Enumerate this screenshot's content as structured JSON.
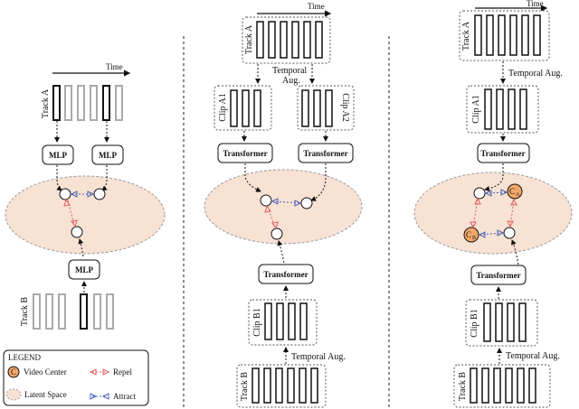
{
  "colors": {
    "latent_fill": "#f7e2d4",
    "latent_stroke": "#999999",
    "center_fill": "#f3a86a",
    "repel": "#e06060",
    "attract": "#4a63b5",
    "frame_gray": "#aaaaaa",
    "frame_dark": "#111111"
  },
  "labels": {
    "time": "Time",
    "track_a": "Track A",
    "track_b": "Track B",
    "mlp": "MLP",
    "transformer": "Transformer",
    "clip_a1": "Clip A1",
    "clip_a2": "Clip A2",
    "clip_b1": "Clip B1",
    "temporal_aug": "Temporal Aug.",
    "temporal_aug_1": "Temporal",
    "temporal_aug_2": "Aug.",
    "center_1": "C",
    "center_1_sub": "A",
    "center_2": "C",
    "center_2_sub": "B"
  },
  "legend": {
    "title": "LEGEND",
    "video_center_glyph": "C",
    "video_center": "Video Center",
    "latent_space": "Latent Space",
    "repel": "Repel",
    "attract": "Attract"
  }
}
